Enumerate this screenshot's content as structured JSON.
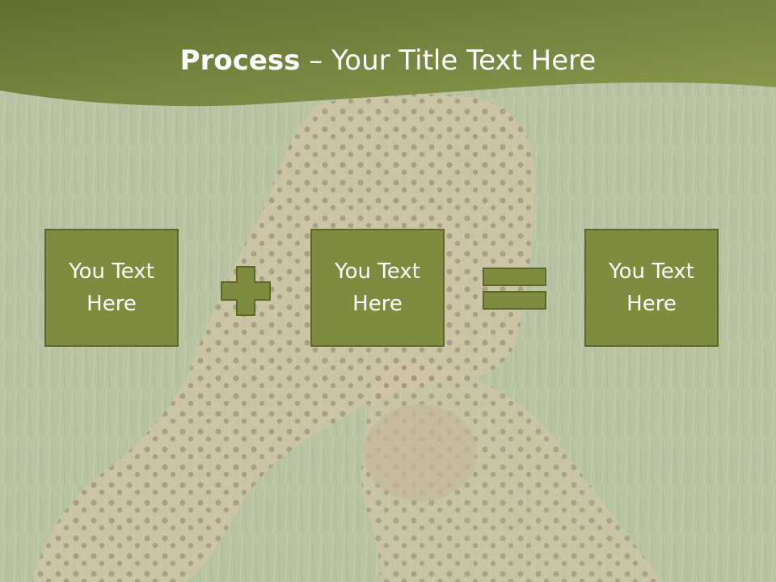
{
  "slide": {
    "title_bold": "Process",
    "title_separator": "–",
    "title_rest": "Your Title Text Here"
  },
  "process": {
    "boxes": [
      {
        "text": "You Text Here"
      },
      {
        "text": "You Text Here"
      },
      {
        "text": "You Text Here"
      }
    ],
    "operators": [
      "plus",
      "equals"
    ]
  },
  "colors": {
    "header_dark": "#5f6f30",
    "header_light": "#8c9a4e",
    "box_fill": "#7f8c3f",
    "box_border": "#5d6828"
  }
}
